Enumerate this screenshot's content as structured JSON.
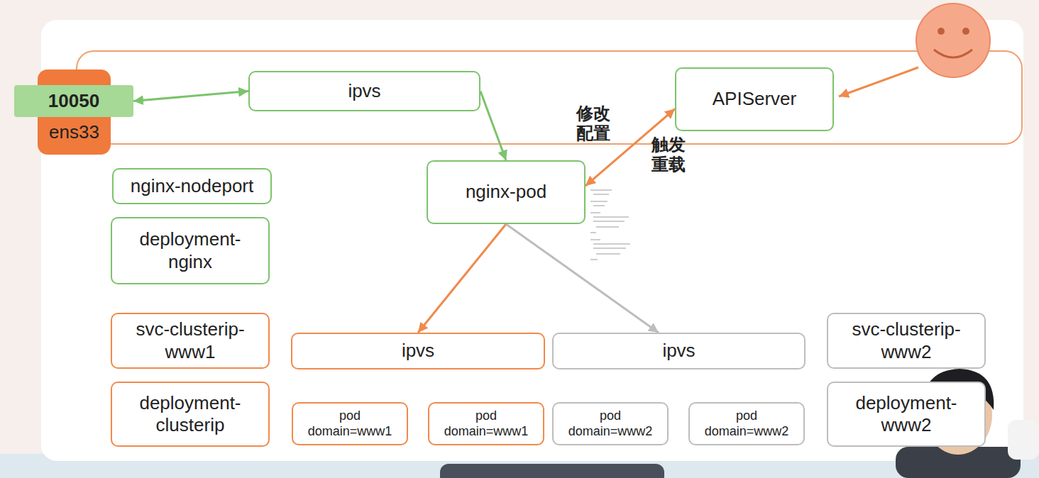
{
  "diagram": {
    "nodes": [
      {
        "text": [
          "10050"
        ]
      },
      {
        "text": [
          "ens33"
        ]
      },
      {
        "text": [
          "ipvs"
        ]
      },
      {
        "text": [
          "APIServer"
        ]
      },
      {
        "text": [
          "nginx-pod"
        ]
      },
      {
        "text": [
          "nginx-nodeport"
        ]
      },
      {
        "text": [
          "deployment-nginx"
        ]
      },
      {
        "text": [
          "svc-clusterip-www1"
        ]
      },
      {
        "text": [
          "deployment-clusterip"
        ]
      },
      {
        "text": [
          "ipvs"
        ]
      },
      {
        "text": [
          "ipvs"
        ]
      },
      {
        "text": [
          "svc-clusterip-www2"
        ]
      },
      {
        "text": [
          "deployment-www2"
        ]
      },
      {
        "text": [
          "pod",
          "domain=www1"
        ]
      },
      {
        "text": [
          "pod",
          "domain=www1"
        ]
      },
      {
        "text": [
          "pod",
          "domain=www2"
        ]
      },
      {
        "text": [
          "pod",
          "domain=www2"
        ]
      }
    ],
    "edges": [
      {
        "from": 0,
        "to": 2,
        "arrow": "both"
      },
      {
        "from": 2,
        "to": 4,
        "arrow": "to"
      },
      {
        "from": 4,
        "to": 3,
        "arrow": "both"
      },
      {
        "from": 4,
        "to": 9,
        "arrow": "to"
      },
      {
        "from": 4,
        "to": 10,
        "arrow": "to"
      }
    ],
    "labels": [
      "修改配置",
      "触发重载"
    ]
  }
}
